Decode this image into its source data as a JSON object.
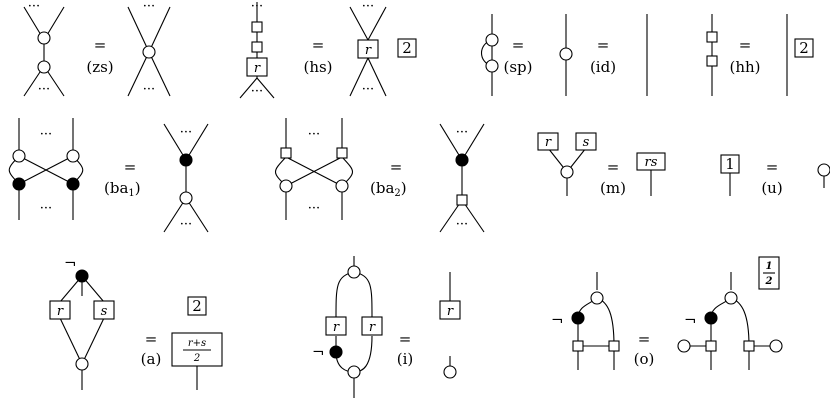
{
  "equals": "=",
  "ellipsis": "···",
  "negation": "¬",
  "rules": {
    "zs": "(zs)",
    "hs": "(hs)",
    "sp": "(sp)",
    "id": "(id)",
    "hh": "(hh)",
    "ba1_prefix": "(ba",
    "ba1_sub": "1",
    "ba1_suffix": ")",
    "ba2_prefix": "(ba",
    "ba2_sub": "2",
    "ba2_suffix": ")",
    "m": "(m)",
    "u": "(u)",
    "a": "(a)",
    "i": "(i)",
    "o": "(o)"
  },
  "labels": {
    "r": "r",
    "s": "s",
    "rs": "rs",
    "two": "2",
    "one": "1",
    "r_plus_s": "r+s",
    "half_num": "1",
    "half_den": "2",
    "den_two": "2"
  }
}
